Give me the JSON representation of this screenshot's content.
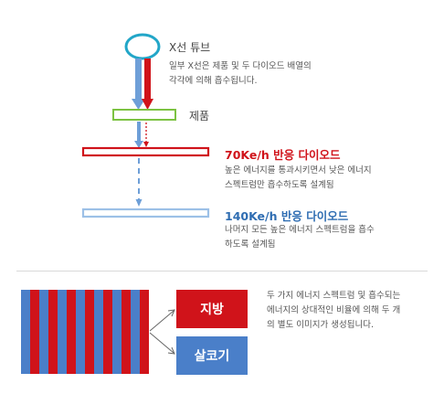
{
  "diagram": {
    "colors": {
      "red": "#d0131a",
      "blue": "#4a7fc9",
      "light_blue": "#9cc0e7",
      "green": "#7cc242",
      "tube": "#22a6c8"
    },
    "xray_tube": {
      "label": "X선 튜브",
      "description": [
        "일부 X선은 제품 및 두 다이오드 배열의",
        "각각에 의해 흡수됩니다."
      ]
    },
    "product": {
      "label": "제품"
    },
    "diode_70": {
      "label": "70Ke/h 반응 다이오드",
      "description": [
        "높은 에너지를 통과시키면서 낮은 에너지",
        "스펙트럼만 흡수하도록 설계됨"
      ]
    },
    "diode_140": {
      "label": "140Ke/h 반응 다이오드",
      "description": [
        "나머지 모든 높은 에너지 스펙트럼을 흡수",
        "하도록 설계됨"
      ]
    },
    "output": {
      "fat_label": "지방",
      "lean_label": "살코기",
      "description": [
        "두 가지 에너지 스펙트럼 및 흡수되는",
        "에너지의 상대적인 비율에 의해 두 개",
        "의 별도 이미지가 생성됩니다."
      ]
    }
  }
}
